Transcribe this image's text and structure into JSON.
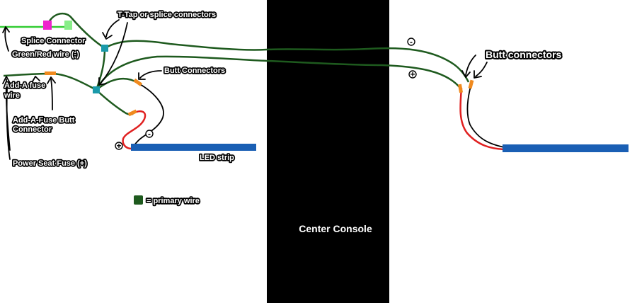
{
  "labels": {
    "splice_connector": "Splice Connector",
    "green_red_wire": "Green/Red wire (-)",
    "add_a_fuse_wire_1": "Add-A fuse",
    "add_a_fuse_wire_2": "wire",
    "add_a_fuse_butt_1": "Add-A-Fuse Butt",
    "add_a_fuse_butt_2": "Connector",
    "power_seat_fuse": "Power Seat Fuse (+)",
    "t_tap": "T-Tap or splice connectors",
    "butt_connectors_left": "Butt Connectors",
    "butt_connectors_right": "Butt connectors",
    "led_strip": "LED strip",
    "legend_primary_wire": "= primary wire",
    "center_console": "Center Console",
    "sign_minus": "-",
    "sign_plus": "+"
  },
  "colors": {
    "primary_wire": "#1e5a1e",
    "red_wire": "#e02020",
    "black_wire": "#000000",
    "green_red_wire": "#33cc33",
    "splice_connector": "#ee22cc",
    "splice_connector_2": "#88ee88",
    "t_tap": "#1a9aaa",
    "butt_connector": "#f08a1e",
    "led_strip": "#1a5fb4",
    "console": "#000000"
  }
}
